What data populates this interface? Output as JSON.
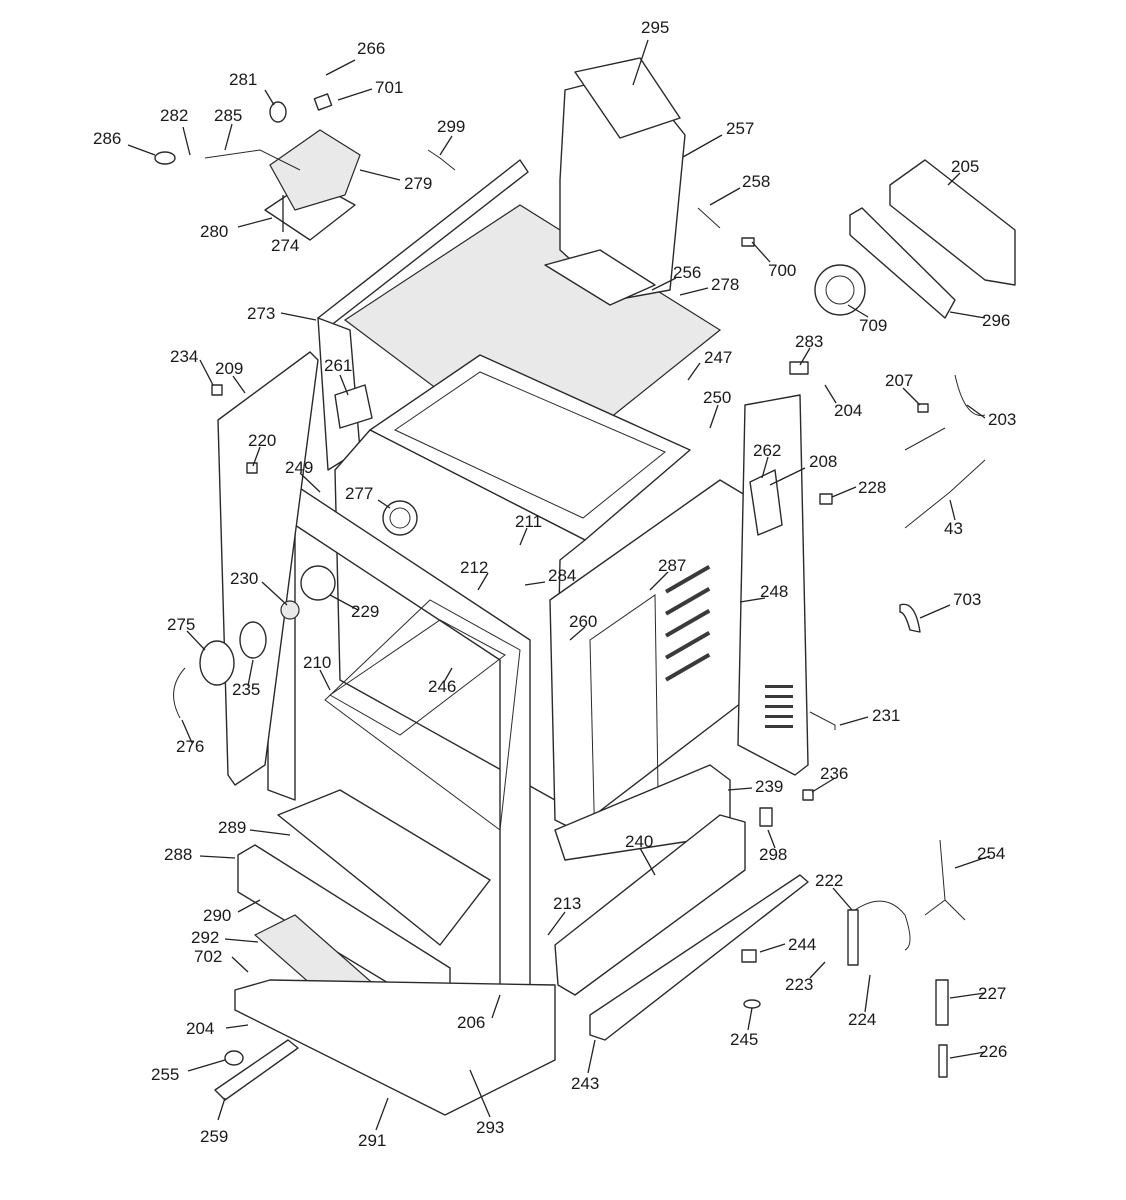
{
  "labels": [
    {
      "id": "295",
      "text": "295"
    },
    {
      "id": "266",
      "text": "266"
    },
    {
      "id": "701",
      "text": "701"
    },
    {
      "id": "281",
      "text": "281"
    },
    {
      "id": "282",
      "text": "282"
    },
    {
      "id": "285",
      "text": "285"
    },
    {
      "id": "286",
      "text": "286"
    },
    {
      "id": "279",
      "text": "279"
    },
    {
      "id": "280",
      "text": "280"
    },
    {
      "id": "274",
      "text": "274"
    },
    {
      "id": "299",
      "text": "299"
    },
    {
      "id": "257",
      "text": "257"
    },
    {
      "id": "258",
      "text": "258"
    },
    {
      "id": "700",
      "text": "700"
    },
    {
      "id": "205",
      "text": "205"
    },
    {
      "id": "709",
      "text": "709"
    },
    {
      "id": "296",
      "text": "296"
    },
    {
      "id": "256",
      "text": "256"
    },
    {
      "id": "278",
      "text": "278"
    },
    {
      "id": "273",
      "text": "273"
    },
    {
      "id": "234",
      "text": "234"
    },
    {
      "id": "209",
      "text": "209"
    },
    {
      "id": "261",
      "text": "261"
    },
    {
      "id": "247",
      "text": "247"
    },
    {
      "id": "283",
      "text": "283"
    },
    {
      "id": "250",
      "text": "250"
    },
    {
      "id": "207",
      "text": "207"
    },
    {
      "id": "204a",
      "text": "204"
    },
    {
      "id": "203",
      "text": "203"
    },
    {
      "id": "220",
      "text": "220"
    },
    {
      "id": "262",
      "text": "262"
    },
    {
      "id": "208",
      "text": "208"
    },
    {
      "id": "249",
      "text": "249"
    },
    {
      "id": "277",
      "text": "277"
    },
    {
      "id": "228",
      "text": "228"
    },
    {
      "id": "211",
      "text": "211"
    },
    {
      "id": "43",
      "text": "43"
    },
    {
      "id": "212",
      "text": "212"
    },
    {
      "id": "284",
      "text": "284"
    },
    {
      "id": "287",
      "text": "287"
    },
    {
      "id": "230",
      "text": "230"
    },
    {
      "id": "248",
      "text": "248"
    },
    {
      "id": "229",
      "text": "229"
    },
    {
      "id": "703",
      "text": "703"
    },
    {
      "id": "275",
      "text": "275"
    },
    {
      "id": "260",
      "text": "260"
    },
    {
      "id": "210",
      "text": "210"
    },
    {
      "id": "246",
      "text": "246"
    },
    {
      "id": "235",
      "text": "235"
    },
    {
      "id": "231",
      "text": "231"
    },
    {
      "id": "276",
      "text": "276"
    },
    {
      "id": "236",
      "text": "236"
    },
    {
      "id": "239",
      "text": "239"
    },
    {
      "id": "289",
      "text": "289"
    },
    {
      "id": "240",
      "text": "240"
    },
    {
      "id": "298",
      "text": "298"
    },
    {
      "id": "254",
      "text": "254"
    },
    {
      "id": "288",
      "text": "288"
    },
    {
      "id": "222",
      "text": "222"
    },
    {
      "id": "290",
      "text": "290"
    },
    {
      "id": "213",
      "text": "213"
    },
    {
      "id": "292",
      "text": "292"
    },
    {
      "id": "244",
      "text": "244"
    },
    {
      "id": "702",
      "text": "702"
    },
    {
      "id": "223",
      "text": "223"
    },
    {
      "id": "227",
      "text": "227"
    },
    {
      "id": "206",
      "text": "206"
    },
    {
      "id": "224",
      "text": "224"
    },
    {
      "id": "204b",
      "text": "204"
    },
    {
      "id": "245",
      "text": "245"
    },
    {
      "id": "226",
      "text": "226"
    },
    {
      "id": "255",
      "text": "255"
    },
    {
      "id": "243",
      "text": "243"
    },
    {
      "id": "293",
      "text": "293"
    },
    {
      "id": "259",
      "text": "259"
    },
    {
      "id": "291",
      "text": "291"
    }
  ]
}
